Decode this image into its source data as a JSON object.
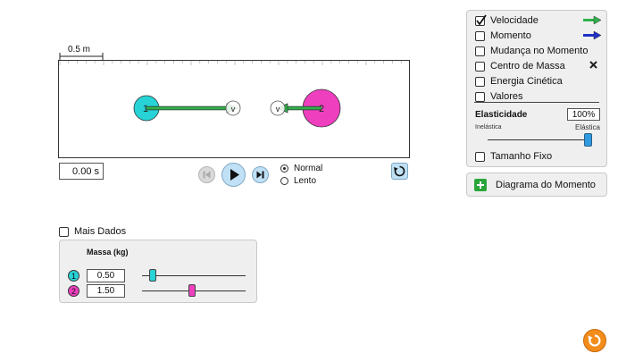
{
  "scale": {
    "label": "0.5 m"
  },
  "time": {
    "value": "0.00 s"
  },
  "playback": {
    "normal_label": "Normal",
    "slow_label": "Lento",
    "selected": "Normal"
  },
  "balls": [
    {
      "id": "1",
      "color": "#27d3d6"
    },
    {
      "id": "2",
      "color": "#ee3fbf"
    }
  ],
  "ball_arrow_labels": {
    "velocity": "v"
  },
  "options": {
    "items": [
      {
        "label": "Velocidade",
        "checked": true,
        "icon": "green-arrow-icon"
      },
      {
        "label": "Momento",
        "checked": false,
        "icon": "blue-arrow-icon"
      },
      {
        "label": "Mudança no Momento",
        "checked": false
      },
      {
        "label": "Centro de Massa",
        "checked": false,
        "icon": "x-icon"
      },
      {
        "label": "Energia Cinética",
        "checked": false
      },
      {
        "label": "Valores",
        "checked": false
      }
    ],
    "elasticity": {
      "label": "Elasticidade",
      "value": "100%",
      "min_label": "Inelástica",
      "max_label": "Elástica",
      "level": 1.0
    },
    "fixed_size": {
      "label": "Tamanho Fixo",
      "checked": false
    }
  },
  "momentum_diagram": {
    "label": "Diagrama do Momento"
  },
  "more_data": {
    "label": "Mais Dados",
    "checked": false
  },
  "mass_panel": {
    "header": "Massa (kg)",
    "rows": [
      {
        "ball": "1",
        "value": "0.50",
        "fraction": 0.1
      },
      {
        "ball": "2",
        "value": "1.50",
        "fraction": 0.48
      }
    ]
  },
  "colors": {
    "velocity_arrow": "#2db24a",
    "momentum_arrow": "#2030c8",
    "accent": "#f28c1b",
    "add_green": "#2aa53a"
  }
}
